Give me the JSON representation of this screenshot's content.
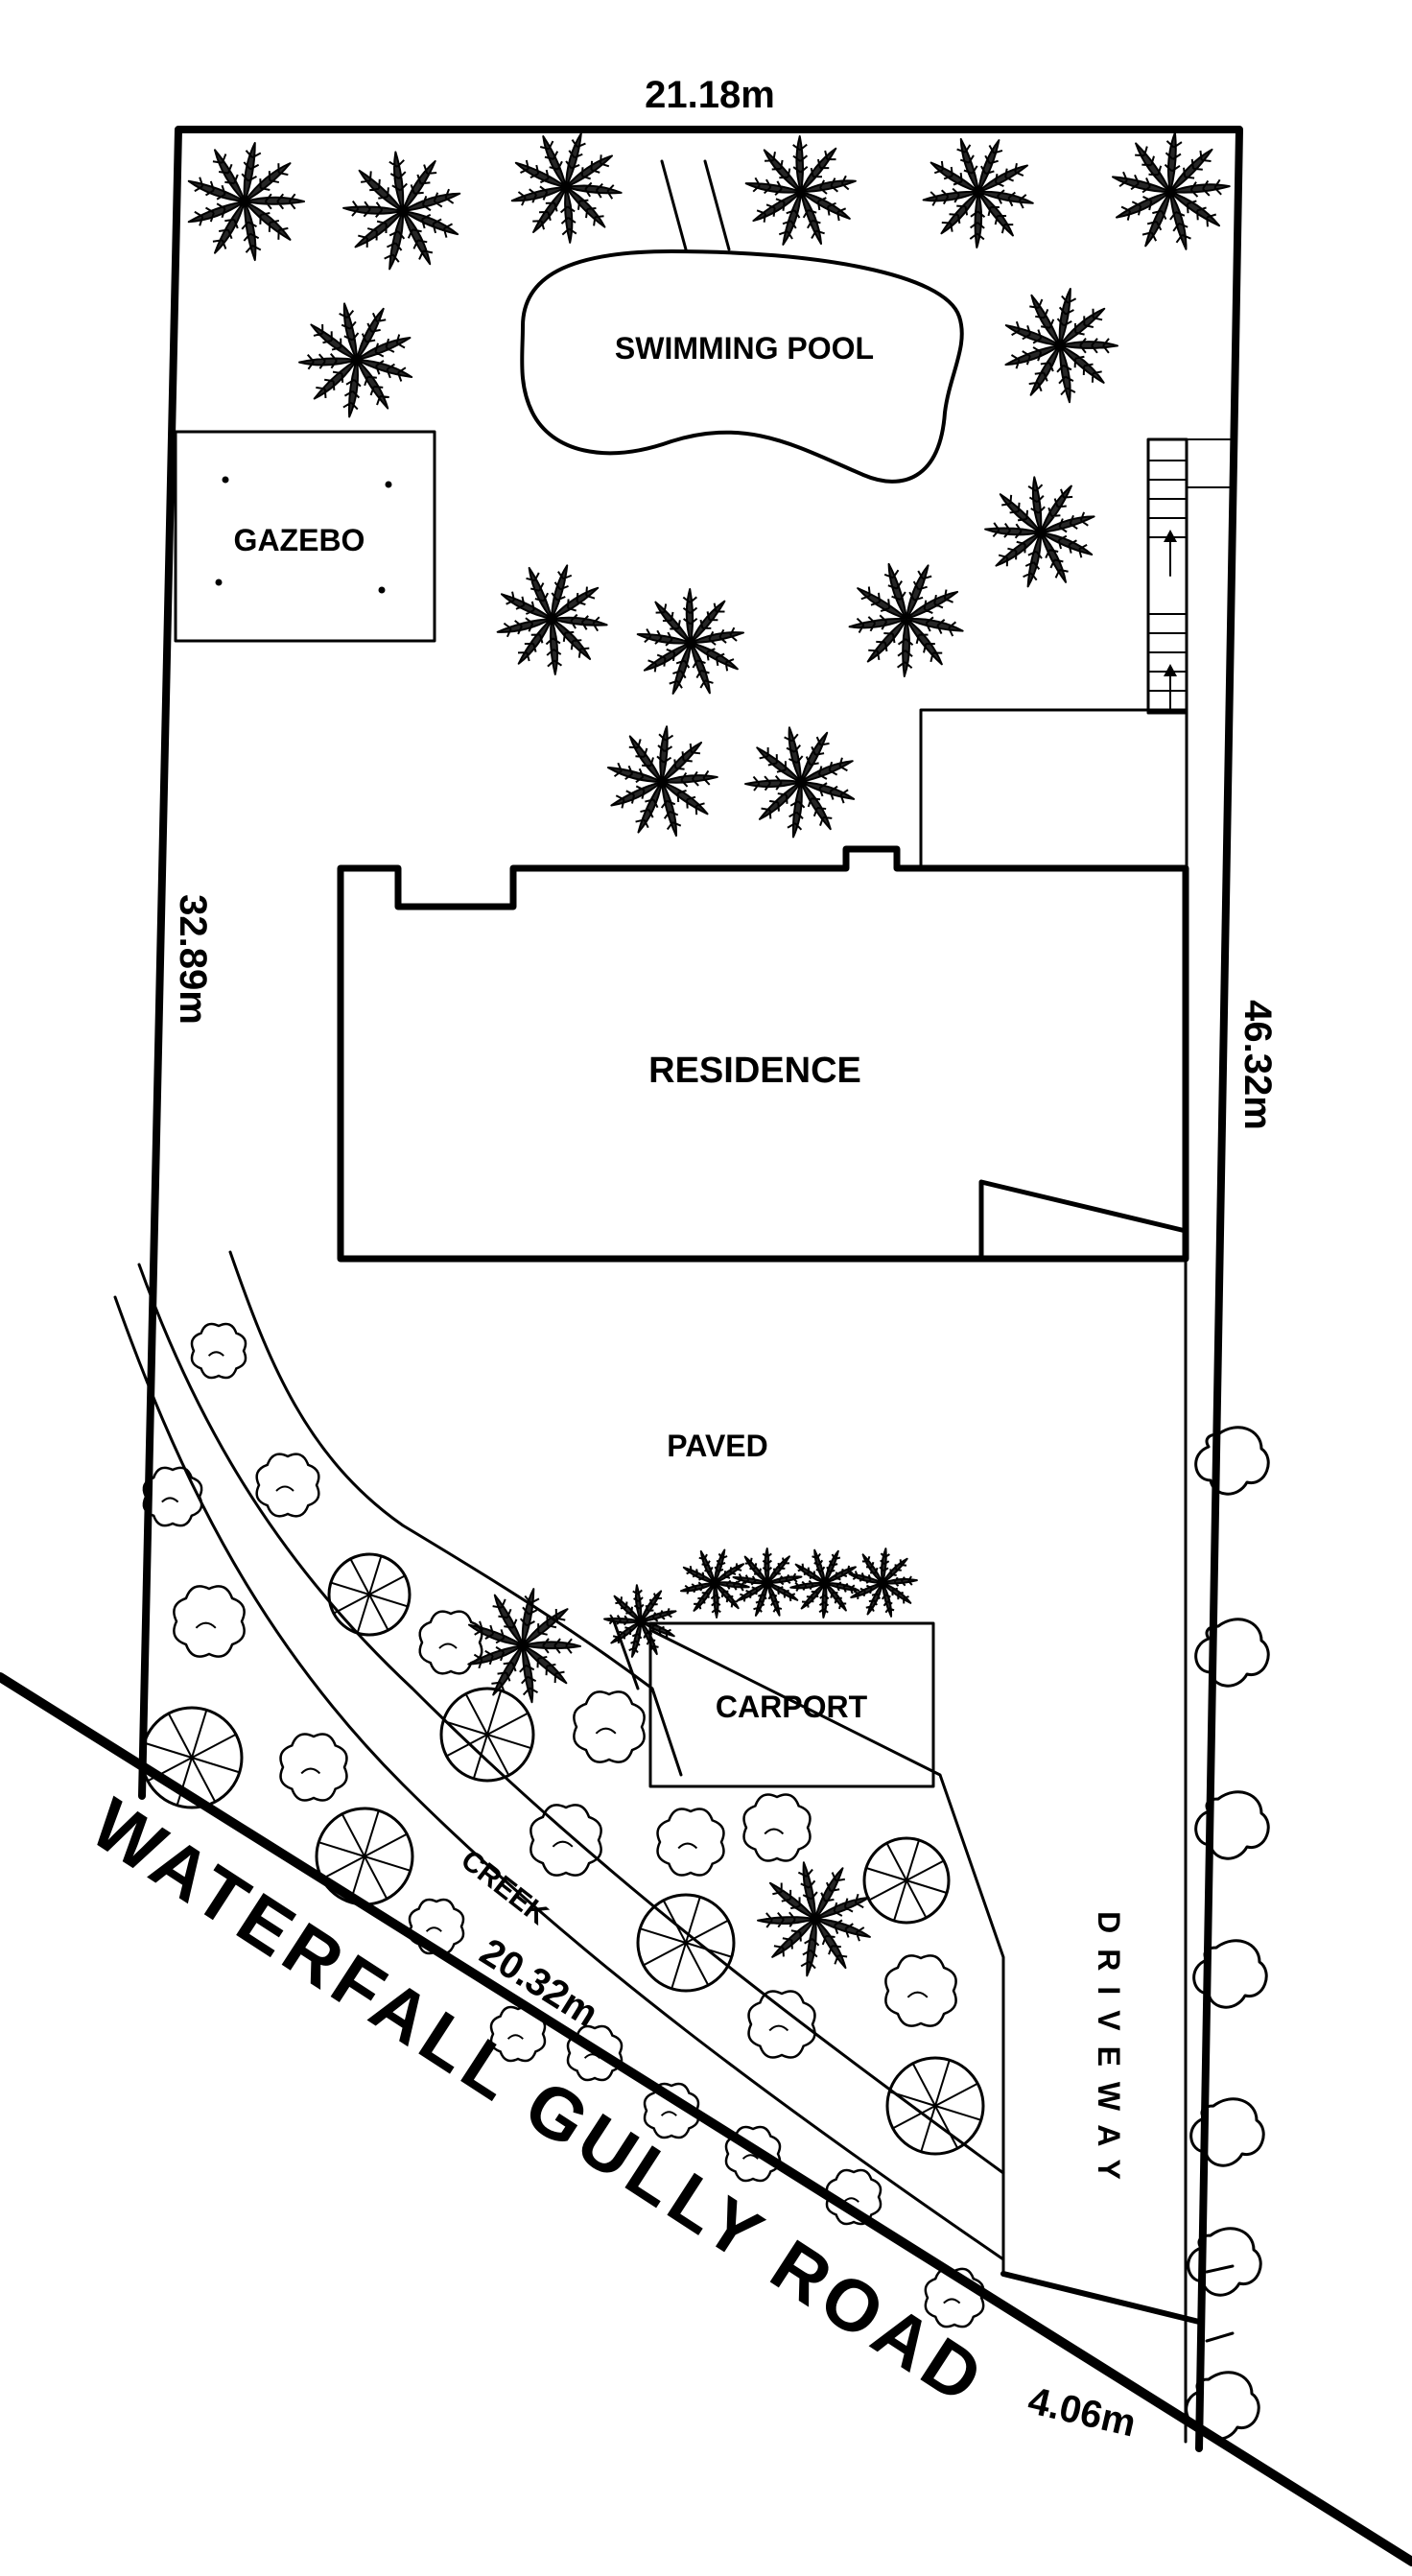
{
  "dimensions": {
    "top": "21.18m",
    "left": "32.89m",
    "right": "46.32m",
    "road_frontage": "20.32m",
    "driveway_frontage": "4.06m"
  },
  "labels": {
    "swimming_pool": "SWIMMING POOL",
    "gazebo": "GAZEBO",
    "residence": "RESIDENCE",
    "paved": "PAVED",
    "carport": "CARPORT",
    "creek": "CREEK",
    "driveway": "DRIVEWAY",
    "road": "WATERFALL GULLY ROAD"
  },
  "colors": {
    "ink": "#000000",
    "paper": "#ffffff"
  }
}
